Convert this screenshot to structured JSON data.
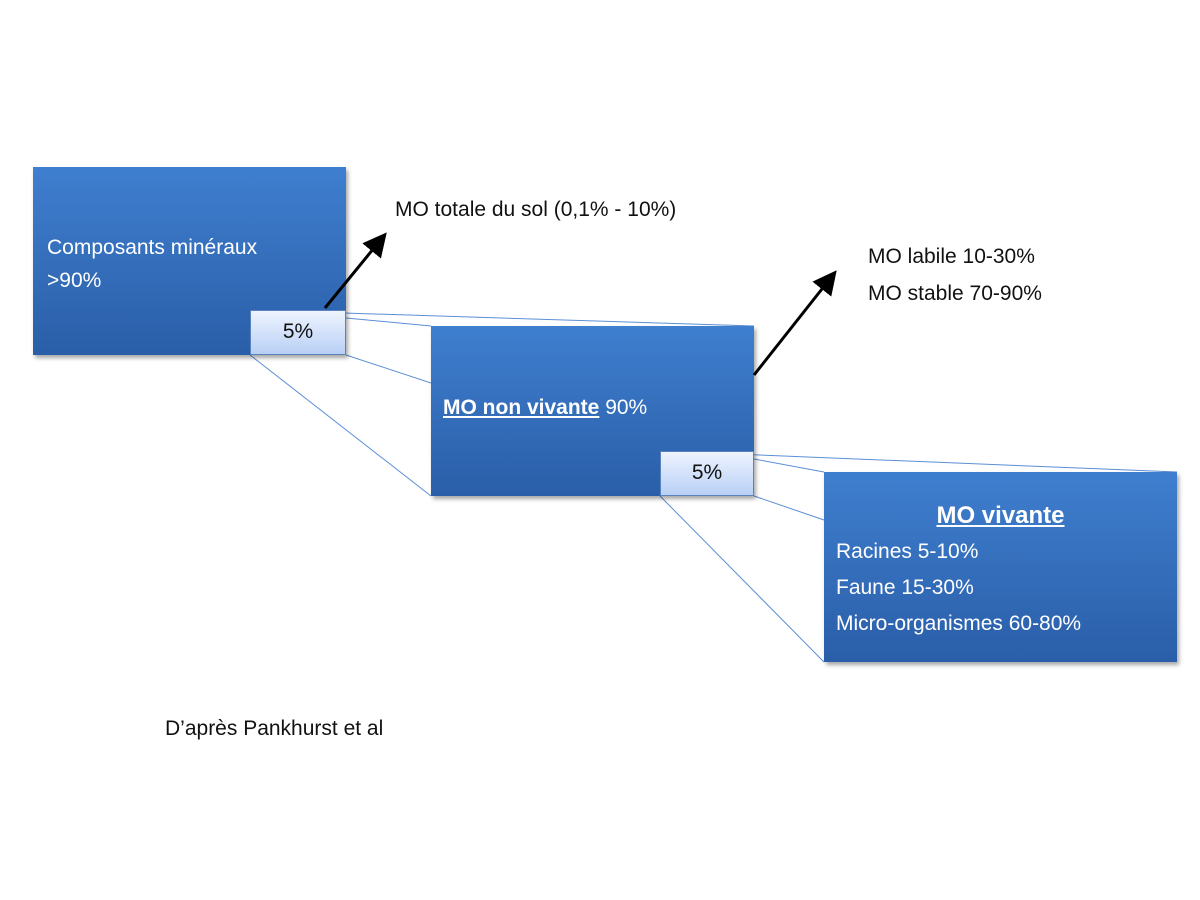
{
  "mineral_box": {
    "title": "Composants minéraux",
    "value": ">90%"
  },
  "small_label_1": "5%",
  "total_label": "MO totale du sol (0,1% - 10%)",
  "non_living_box": {
    "title": "MO non vivante",
    "value": "90%"
  },
  "small_label_2": "5%",
  "labile_stable": [
    "MO labile 10-30%",
    "MO stable 70-90%"
  ],
  "living_box": {
    "title": "MO vivante",
    "items": [
      "Racines 5-10%",
      "Faune 15-30%",
      "Micro-organismes 60-80%"
    ]
  },
  "source": "D’après Pankhurst et al",
  "colors": {
    "box": "#3472c0",
    "line": "#5b8fd6"
  }
}
